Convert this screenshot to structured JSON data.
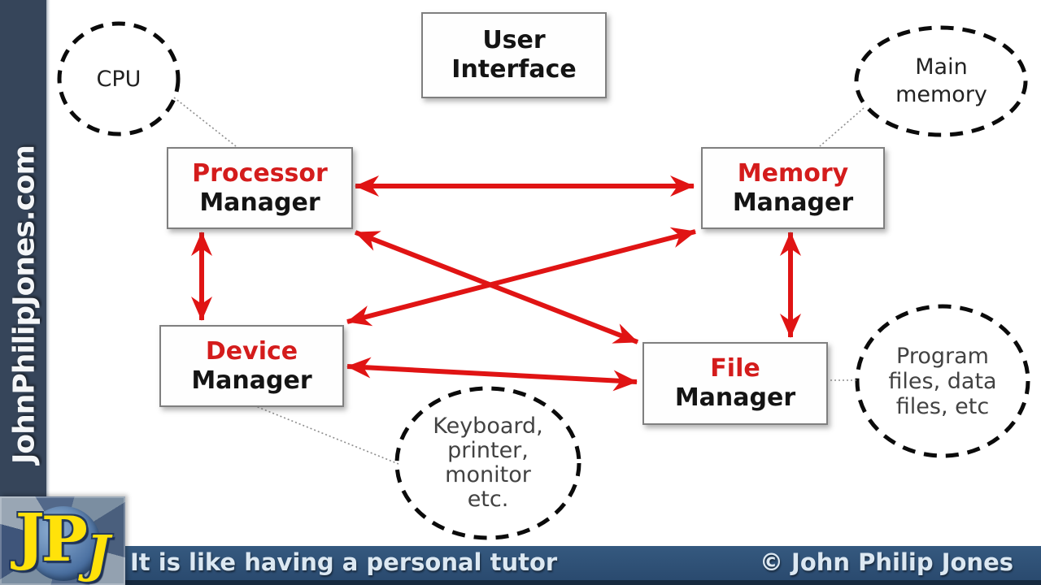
{
  "sidebar": {
    "site_text": "JohnPhilipJones.com"
  },
  "diagram": {
    "ui_box": {
      "line1": "User",
      "line2": "Interface"
    },
    "managers": [
      {
        "id": "processor",
        "word1": "Processor",
        "word2": "Manager"
      },
      {
        "id": "memory",
        "word1": "Memory",
        "word2": "Manager"
      },
      {
        "id": "device",
        "word1": "Device",
        "word2": "Manager"
      },
      {
        "id": "file",
        "word1": "File",
        "word2": "Manager"
      }
    ],
    "ellipses": [
      {
        "id": "cpu",
        "lines": [
          "CPU"
        ]
      },
      {
        "id": "main-memory",
        "lines": [
          "Main",
          "memory"
        ]
      },
      {
        "id": "program-files",
        "lines": [
          "Program",
          "files, data",
          "files, etc"
        ]
      },
      {
        "id": "peripherals",
        "lines": [
          "Keyboard,",
          "printer,",
          "monitor",
          "etc."
        ]
      }
    ]
  },
  "footer": {
    "tagline": "It is like having a personal tutor",
    "copyright": "© John Philip Jones"
  },
  "logo": {
    "letters": [
      "J",
      "P",
      "J"
    ]
  },
  "colors": {
    "arrow_red": "#e01414",
    "manager_red": "#d41c1c",
    "sidebar_bg": "#36455a",
    "footer_bg": "#2d4e74",
    "box_border": "#7f7f7f",
    "dashed_outline": "#0b0b0b"
  }
}
